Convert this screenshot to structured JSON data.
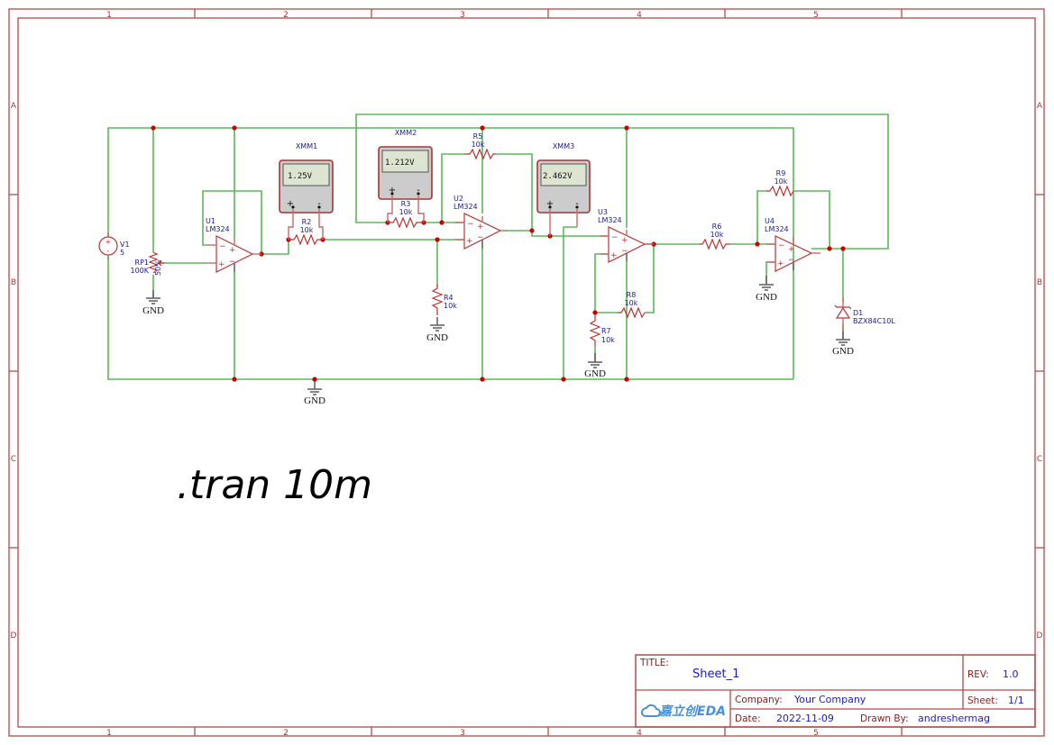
{
  "sheet": {
    "column_labels": [
      "1",
      "2",
      "3",
      "4",
      "5"
    ],
    "row_labels": [
      "A",
      "B",
      "C",
      "D"
    ],
    "frame_color": "#b34a4a",
    "wire_color": "#5cb85c",
    "junction_color": "#cc0000"
  },
  "components": {
    "V1": {
      "ref": "V1",
      "value": "5"
    },
    "RP1": {
      "ref": "RP1",
      "value": "100K",
      "wiper": "50%"
    },
    "U1": {
      "ref": "U1",
      "value": "LM324"
    },
    "U2": {
      "ref": "U2",
      "value": "LM324"
    },
    "U3": {
      "ref": "U3",
      "value": "LM324"
    },
    "U4": {
      "ref": "U4",
      "value": "LM324"
    },
    "R2": {
      "ref": "R2",
      "value": "10k"
    },
    "R3": {
      "ref": "R3",
      "value": "10k"
    },
    "R4": {
      "ref": "R4",
      "value": "10k"
    },
    "R5": {
      "ref": "R5",
      "value": "10k"
    },
    "R6": {
      "ref": "R6",
      "value": "10k"
    },
    "R7": {
      "ref": "R7",
      "value": "10k"
    },
    "R8": {
      "ref": "R8",
      "value": "10k"
    },
    "R9": {
      "ref": "R9",
      "value": "10k"
    },
    "D1": {
      "ref": "D1",
      "value": "BZX84C10L"
    }
  },
  "meters": {
    "XMM1": {
      "ref": "XMM1",
      "reading": "1.25V"
    },
    "XMM2": {
      "ref": "XMM2",
      "reading": "1.212V"
    },
    "XMM3": {
      "ref": "XMM3",
      "reading": "2.462V"
    }
  },
  "gnd_label": "GND",
  "sim_directive": ".tran 10m",
  "title_block": {
    "title_label": "TITLE:",
    "title_value": "Sheet_1",
    "rev_label": "REV:",
    "rev_value": "1.0",
    "company_label": "Company:",
    "company_value": "Your Company",
    "sheet_label": "Sheet:",
    "sheet_value": "1/1",
    "date_label": "Date:",
    "date_value": "2022-11-09",
    "drawn_by_label": "Drawn By:",
    "drawn_by_value": "andreshermag",
    "logo_text": "嘉立创EDA"
  }
}
